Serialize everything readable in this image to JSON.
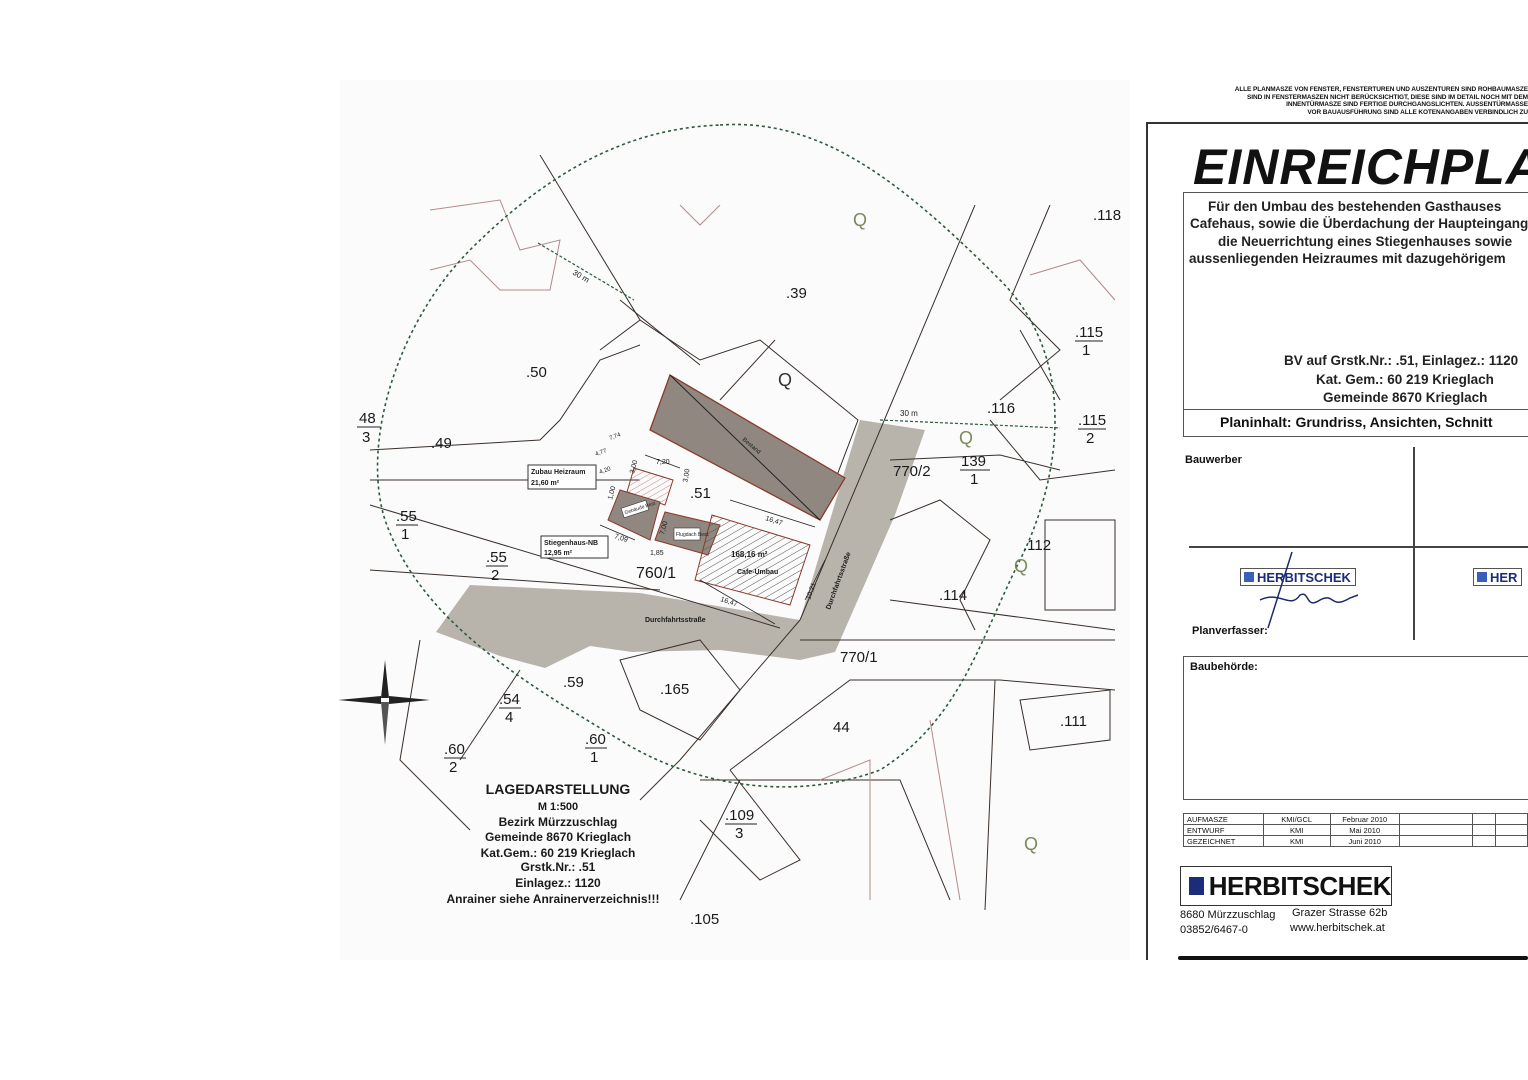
{
  "plan": {
    "legend": {
      "title": "LAGEDARSTELLUNG",
      "scale": "M 1:500",
      "district": "Bezirk Mürzzuschlag",
      "municipality": "Gemeinde 8670 Krieglach",
      "cadastral": "Kat.Gem.: 60 219 Krieglach",
      "parcel": "Grstk.Nr.: .51",
      "entry": "Einlagez.: 1120",
      "neighbours": "Anrainer siehe Anrainerverzeichnis!!!"
    },
    "parcels": [
      ".118",
      ".39",
      ".50",
      ".116",
      ".49",
      "770/2",
      ".51",
      "760/1",
      ".112",
      ".114",
      "770/1",
      ".59",
      ".165",
      ".111",
      "44",
      ".105"
    ],
    "fraction_parcels": [
      {
        "num": ".115",
        "den": "1"
      },
      {
        "num": ".115",
        "den": "2"
      },
      {
        "num": "48",
        "den": "3"
      },
      {
        "num": "139",
        "den": "1"
      },
      {
        "num": ".55",
        "den": "1"
      },
      {
        "num": ".55",
        "den": "2"
      },
      {
        "num": ".54",
        "den": "4"
      },
      {
        "num": ".60",
        "den": "2"
      },
      {
        "num": ".60",
        "den": "1"
      },
      {
        "num": ".109",
        "den": "3"
      }
    ],
    "q_marker": "Q",
    "distance_label": "30 m",
    "road_label": "Durchfahrtsstraße",
    "existing_label": "Bestand",
    "boiler_room": {
      "name": "Zubau Heizraum",
      "area": "21,60 m²"
    },
    "staircase": {
      "name": "Stiegenhaus-NB",
      "area": "12,95 m²"
    },
    "cafe": {
      "name": "Cafe-Umbau",
      "area": "168,16 m²"
    },
    "tags": [
      "Gebäude Best.",
      "Flugdach Best."
    ],
    "dimensions": [
      "7,20",
      "3,00",
      "16,47",
      "16,47",
      "10,21",
      "7,09",
      "1,85",
      "7,00",
      "1,00",
      "3,00",
      "4,77",
      "7,74",
      "4,20"
    ]
  },
  "titleblock": {
    "notes": [
      "ALLE PLANMASZE VON FENSTER, FENSTERTÜREN UND AUSZENTÜREN SIND ROHBAUMASZE",
      "SIND IN FENSTERMASZEN NICHT BERÜCKSICHTIGT, DIESE SIND IM DETAIL NOCH MIT DEM",
      "INNENTÜRMASZE SIND FERTIGE DURCHGANGSLICHTEN. AUSSENTÜRMASSE",
      "VOR BAUAUSFÜHRUNG SIND ALLE KOTENANGABEN VERBINDLICH ZU"
    ],
    "title": "EINREICHPLAN",
    "description": [
      "Für den Umbau des bestehenden Gasthauses",
      "Cafehaus, sowie die Überdachung der Haupteingang",
      "die Neuerrichtung eines Stiegenhauses sowie",
      "aussenliegenden Heizraumes mit dazugehörigem"
    ],
    "project": [
      "BV auf Grstk.Nr.: .51, Einlagez.: 1120",
      "Kat. Gem.: 60 219 Krieglach",
      "Gemeinde 8670 Krieglach"
    ],
    "plan_content": "Planinhalt: Grundriss, Ansichten, Schnitt",
    "client_label": "Bauwerber",
    "designer_label": "Planverfasser:",
    "authority_label": "Baubehörde:",
    "stamp_brand": "HERBITSCHEK",
    "stamp_brand_short": "HER",
    "revisions": [
      {
        "phase": "AUFMASZE",
        "by": "KMI/GCL",
        "date": "Februar 2010"
      },
      {
        "phase": "ENTWURF",
        "by": "KMI",
        "date": "Mai 2010"
      },
      {
        "phase": "GEZEICHNET",
        "by": "KMI",
        "date": "Juni 2010"
      }
    ],
    "company": {
      "name": "HERBITSCHEK",
      "city": "8680 Mürzzuschlag",
      "street": "Grazer Strasse 62b",
      "phone": "03852/6467-0",
      "web": "www.herbitschek.at"
    }
  }
}
